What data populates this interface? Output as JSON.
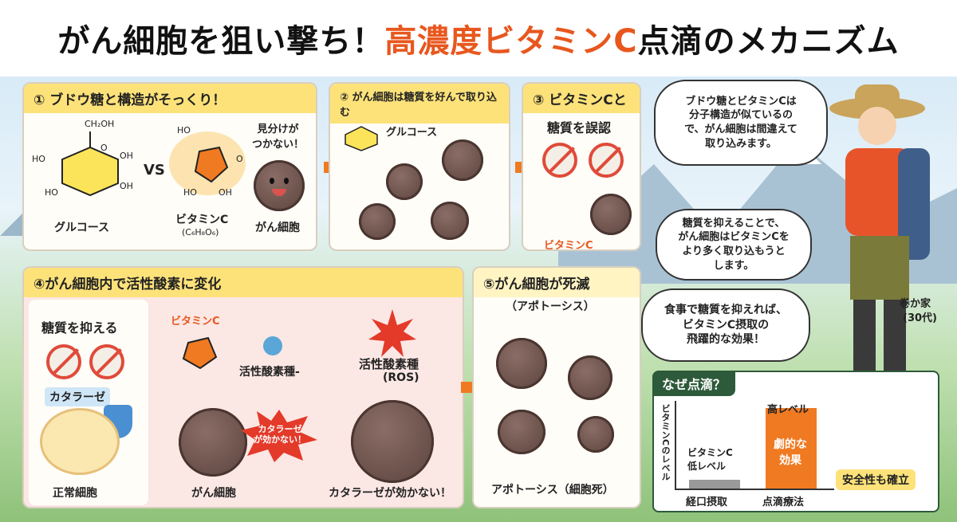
{
  "title": {
    "part1": "がん細胞を狙い撃ち！",
    "part2": "高濃度ビタミンC",
    "part3": "点滴のメカニズム"
  },
  "panel1": {
    "head": "① ブドウ糖と構造がそっくり！",
    "glucose_label": "グルコース",
    "vs": "VS",
    "vitc_label": "ビタミンC",
    "vitc_formula": "(C₆H₈O₆)",
    "cancer_label": "がん細胞",
    "speech": "見分けが\nつかない！",
    "chem_ch2oh": "CH₂OH",
    "chem_ho1": "HO",
    "chem_oh1": "OH",
    "chem_ho2": "HO",
    "chem_oh2": "OH",
    "chem_o": "O",
    "vc_ho1": "HO",
    "vc_ho2": "HO",
    "vc_oh": "OH",
    "vc_o": "O"
  },
  "panel2": {
    "head": "② がん細胞は糖質を好んで取り込む",
    "glucose_label": "グルコース"
  },
  "panel3": {
    "head": "③ ビタミンCと",
    "sub": "糖質を誤認",
    "vitc_label": "ビタミンC"
  },
  "panel4": {
    "head": "④がん細胞内で活性酸素に変化",
    "suppress": "糖質を抑える",
    "catalase": "カタラーゼ",
    "normal_cell": "正常細胞",
    "vitc_label": "ビタミンC",
    "ros_pre": "活性酸素種-",
    "ros": "活性酸素種",
    "ros_abbr": "(ROS)",
    "cancer_cell": "がん細胞",
    "starburst": "カタラーゼ\nが効かない！",
    "catalase_fail": "カタラーゼが効かない！"
  },
  "panel5": {
    "head": "⑤がん細胞が死滅",
    "sub": "（アポトーシス）",
    "apoptosis": "アポトーシス（細胞死）"
  },
  "speech": {
    "b1": "ブドウ糖とビタミンCは\n分子構造が似ているの\nで、がん細胞は間違えて\n取り込みます。",
    "b2": "糖質を抑えることで、\nがん細胞はビタミンCを\nより多く取り込もうと\nします。",
    "b3": "食事で糖質を抑えれば、\nビタミンC摂取の\n飛躍的な効果！"
  },
  "person": {
    "name": "巻か家",
    "age": "(30代)"
  },
  "graph": {
    "head": "なぜ点滴？",
    "yaxis": "ビタミンCのレベル",
    "low_label": "ビタミンC\n低レベル",
    "high_label": "高レベル",
    "effect": "劇的な\n効果",
    "x1": "経口摂取",
    "x2": "点滴療法",
    "safety": "安全性も確立",
    "oral_level": 0.1,
    "iv_level": 0.92
  },
  "colors": {
    "accent": "#e8571e",
    "header_yellow": "#fde27a",
    "arrow": "#f07a22",
    "cancer": "#6b4f48"
  }
}
